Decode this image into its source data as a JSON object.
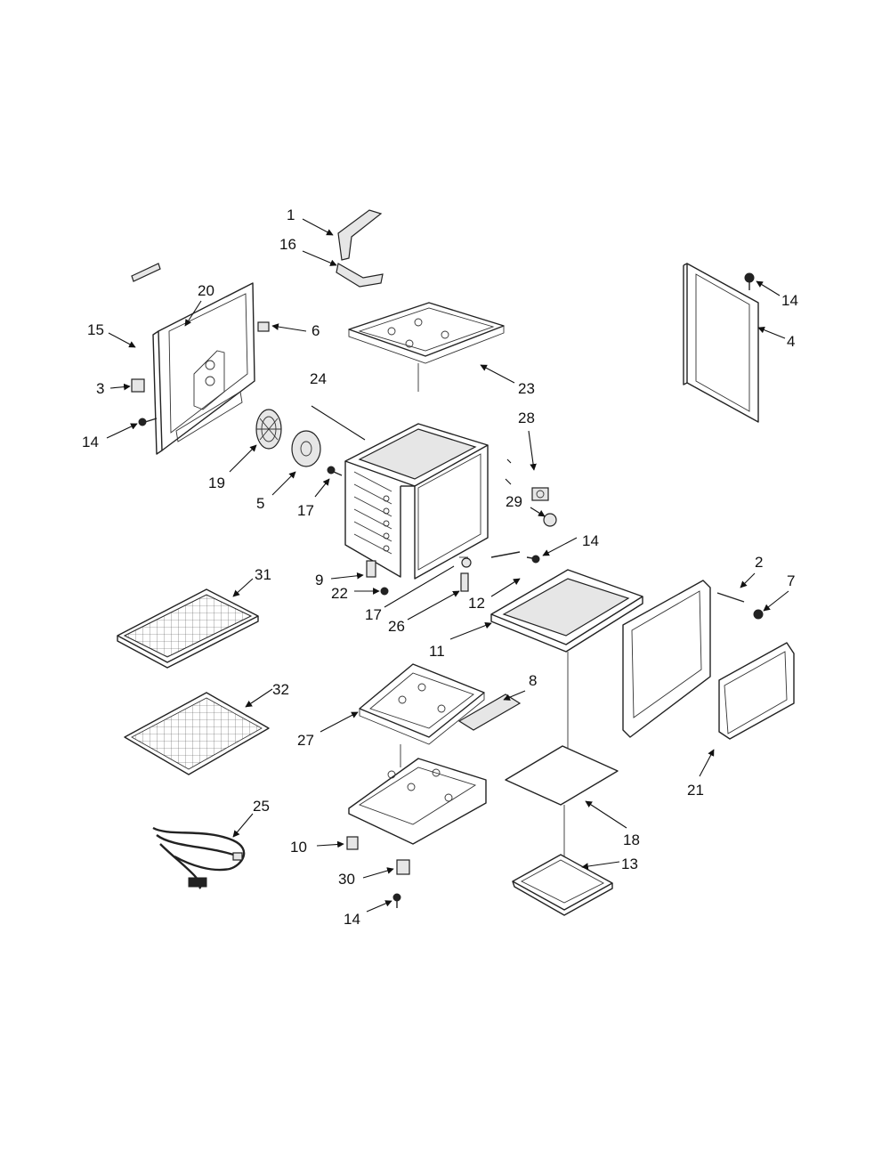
{
  "callouts": [
    {
      "id": "c1",
      "text": "1"
    },
    {
      "id": "c16",
      "text": "16"
    },
    {
      "id": "c20",
      "text": "20"
    },
    {
      "id": "c15",
      "text": "15"
    },
    {
      "id": "c6",
      "text": "6"
    },
    {
      "id": "c3",
      "text": "3"
    },
    {
      "id": "c14a",
      "text": "14"
    },
    {
      "id": "c24",
      "text": "24"
    },
    {
      "id": "c23",
      "text": "23"
    },
    {
      "id": "c14b",
      "text": "14"
    },
    {
      "id": "c4",
      "text": "4"
    },
    {
      "id": "c19",
      "text": "19"
    },
    {
      "id": "c5",
      "text": "5"
    },
    {
      "id": "c17a",
      "text": "17"
    },
    {
      "id": "c28",
      "text": "28"
    },
    {
      "id": "c29",
      "text": "29"
    },
    {
      "id": "c14c",
      "text": "14"
    },
    {
      "id": "c9",
      "text": "9"
    },
    {
      "id": "c22",
      "text": "22"
    },
    {
      "id": "c17b",
      "text": "17"
    },
    {
      "id": "c26",
      "text": "26"
    },
    {
      "id": "c12",
      "text": "12"
    },
    {
      "id": "c2",
      "text": "2"
    },
    {
      "id": "c7",
      "text": "7"
    },
    {
      "id": "c31",
      "text": "31"
    },
    {
      "id": "c11",
      "text": "11"
    },
    {
      "id": "c32",
      "text": "32"
    },
    {
      "id": "c8",
      "text": "8"
    },
    {
      "id": "c27",
      "text": "27"
    },
    {
      "id": "c21",
      "text": "21"
    },
    {
      "id": "c25",
      "text": "25"
    },
    {
      "id": "c18",
      "text": "18"
    },
    {
      "id": "c10",
      "text": "10"
    },
    {
      "id": "c13",
      "text": "13"
    },
    {
      "id": "c30",
      "text": "30"
    },
    {
      "id": "c14d",
      "text": "14"
    }
  ]
}
